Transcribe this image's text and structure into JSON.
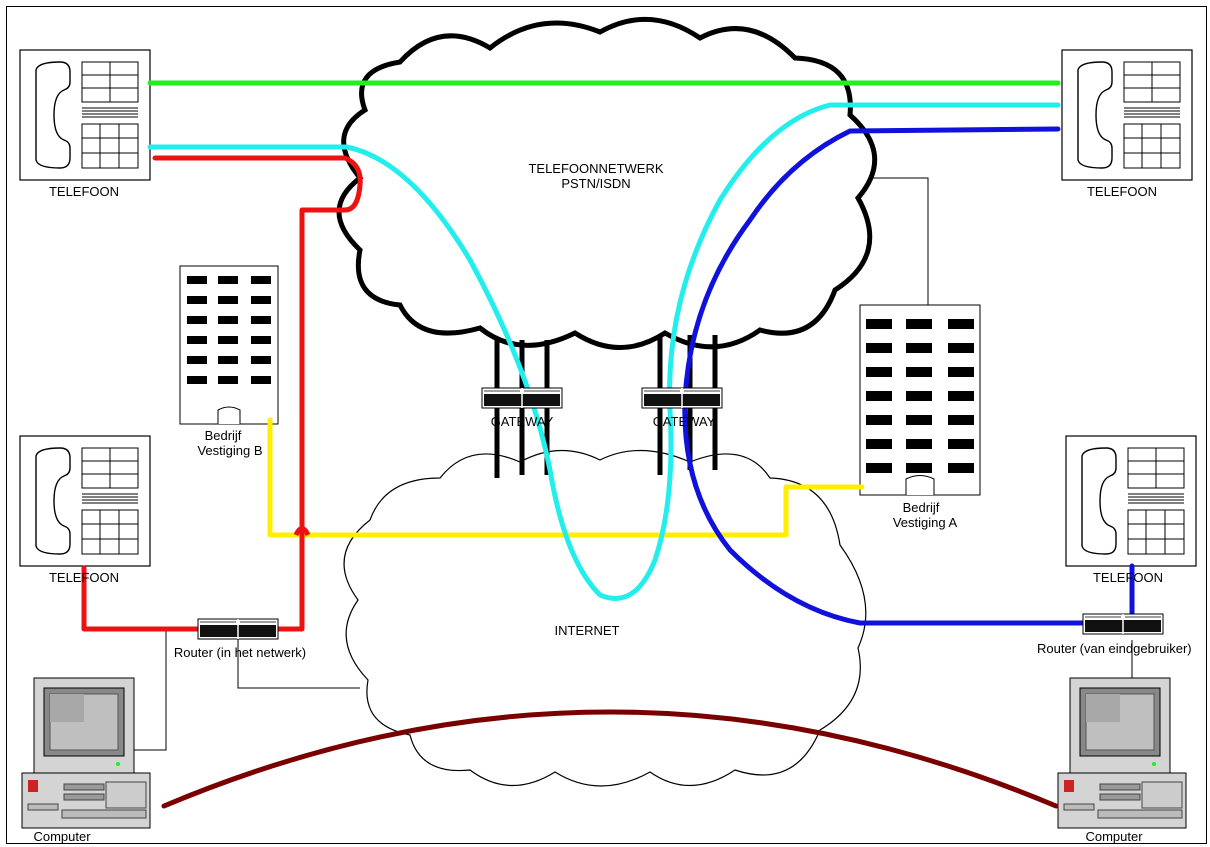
{
  "labels": {
    "cloud_pstn_line1": "TELEFOONNETWERK",
    "cloud_pstn_line2": "PSTN/ISDN",
    "cloud_internet": "INTERNET",
    "phone_top_left": "TELEFOON",
    "phone_top_right": "TELEFOON",
    "phone_mid_left": "TELEFOON",
    "phone_mid_right": "TELEFOON",
    "gateway_left": "GATEWAY",
    "gateway_right": "GATEWAY",
    "building_b_line1": "Bedrijf",
    "building_b_line2": "Vestiging B",
    "building_a_line1": "Bedrijf",
    "building_a_line2": "Vestiging A",
    "router_left": "Router (in het netwerk)",
    "router_right": "Router (van eindgebruiker)",
    "computer_left": "Computer",
    "computer_right": "Computer"
  },
  "colors": {
    "green_link": "#22ee22",
    "cyan_link": "#22eeee",
    "red_link": "#ee1111",
    "blue_link": "#1111dd",
    "yellow_link": "#ffee00",
    "maroon_link": "#7a0000"
  }
}
